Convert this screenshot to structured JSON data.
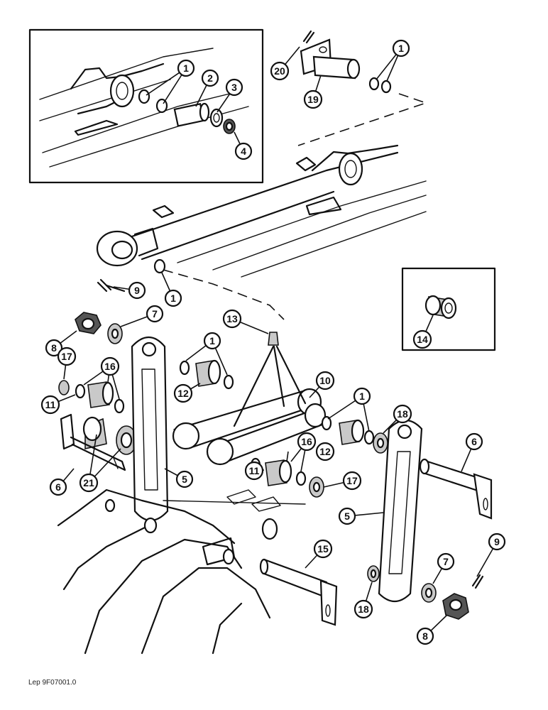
{
  "diagram": {
    "reference_code": "Lep 9F07001.0",
    "callouts": [
      {
        "id": "c1a",
        "label": "1"
      },
      {
        "id": "c2",
        "label": "2"
      },
      {
        "id": "c3",
        "label": "3"
      },
      {
        "id": "c4",
        "label": "4"
      },
      {
        "id": "c20",
        "label": "20"
      },
      {
        "id": "c19",
        "label": "19"
      },
      {
        "id": "c1b",
        "label": "1"
      },
      {
        "id": "c1c",
        "label": "1"
      },
      {
        "id": "c9a",
        "label": "9"
      },
      {
        "id": "c7a",
        "label": "7"
      },
      {
        "id": "c8a",
        "label": "8"
      },
      {
        "id": "c13",
        "label": "13"
      },
      {
        "id": "c14",
        "label": "14"
      },
      {
        "id": "c17a",
        "label": "17"
      },
      {
        "id": "c16a",
        "label": "16"
      },
      {
        "id": "c1d",
        "label": "1"
      },
      {
        "id": "c11a",
        "label": "11"
      },
      {
        "id": "c12a",
        "label": "12"
      },
      {
        "id": "c10",
        "label": "10"
      },
      {
        "id": "c1e",
        "label": "1"
      },
      {
        "id": "c18a",
        "label": "18"
      },
      {
        "id": "c6a",
        "label": "6"
      },
      {
        "id": "c6b",
        "label": "6"
      },
      {
        "id": "c21",
        "label": "21"
      },
      {
        "id": "c5a",
        "label": "5"
      },
      {
        "id": "c12b",
        "label": "12"
      },
      {
        "id": "c16b",
        "label": "16"
      },
      {
        "id": "c11b",
        "label": "11"
      },
      {
        "id": "c17b",
        "label": "17"
      },
      {
        "id": "c5b",
        "label": "5"
      },
      {
        "id": "c15",
        "label": "15"
      },
      {
        "id": "c9b",
        "label": "9"
      },
      {
        "id": "c7b",
        "label": "7"
      },
      {
        "id": "c18b",
        "label": "18"
      },
      {
        "id": "c8b",
        "label": "8"
      }
    ]
  }
}
